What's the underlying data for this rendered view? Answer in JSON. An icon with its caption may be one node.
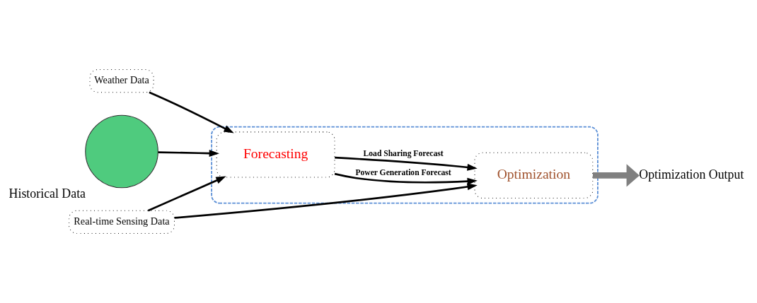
{
  "diagram": {
    "nodes": [
      {
        "text": [
          "Historical Data"
        ]
      },
      {
        "text": [
          "Weather Data"
        ]
      },
      {
        "text": [
          "Real-time Sensing Data"
        ]
      },
      {
        "text": [],
        "shape": "box"
      },
      {
        "text": [
          "Forecasting"
        ],
        "in": 3
      },
      {
        "text": [
          "Optimization"
        ],
        "in": 3
      },
      {
        "text": [
          "Optimization Output"
        ]
      }
    ],
    "edges": [
      {
        "from": 0,
        "to": 4,
        "arrow": "to"
      },
      {
        "from": 1,
        "to": 4,
        "arrow": "to"
      },
      {
        "from": 2,
        "to": 4,
        "arrow": "to"
      },
      {
        "from": 2,
        "to": 5,
        "arrow": "to"
      },
      {
        "from": 4,
        "to": 5,
        "arrow": "to",
        "label": "Power Generation Forecast"
      },
      {
        "from": 4,
        "to": 5,
        "arrow": "to",
        "label": "Load Sharing Forecast"
      },
      {
        "from": 5,
        "to": 6,
        "arrow": "to",
        "style": "thick",
        "color": "#808080"
      }
    ]
  }
}
